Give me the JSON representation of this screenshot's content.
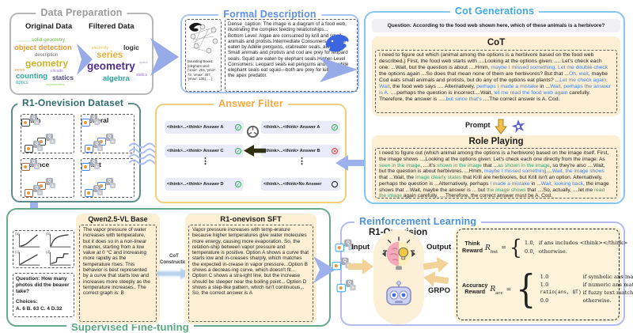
{
  "icons": {
    "q_label": "Q",
    "a_label": "A",
    "dots": "⋮"
  },
  "data_preparation": {
    "title": "Data Preparation",
    "original_label": "Original Data",
    "filtered_label": "Filtered Data",
    "original_words": [
      {
        "text": "classification",
        "color": "#cfe9b8",
        "size": 4
      },
      {
        "text": "solid geometry",
        "color": "#6cbf4a",
        "size": 6.5
      },
      {
        "text": "object detection",
        "color": "#e09a3a",
        "size": 9.5
      },
      {
        "text": "description",
        "color": "#666666",
        "size": 6
      },
      {
        "text": "geometry",
        "color": "#c9b42e",
        "size": 12
      },
      {
        "text": "circuits",
        "color": "#9a6fd0",
        "size": 5
      },
      {
        "text": "series",
        "color": "#e0a23c",
        "size": 5
      },
      {
        "text": "counting",
        "color": "#2fa8a0",
        "size": 9.5
      },
      {
        "text": "statics",
        "color": "#4a3f7f",
        "size": 8.5
      },
      {
        "text": "optics",
        "color": "#2fa8a0",
        "size": 6
      },
      {
        "text": "segmentation",
        "color": "#9ad06a",
        "size": 4
      }
    ],
    "filtered_words": [
      {
        "text": "electricity",
        "color": "#e3c63e",
        "size": 5
      },
      {
        "text": "logic",
        "color": "#2e2e2e",
        "size": 8.5
      },
      {
        "text": "series",
        "color": "#e5b13c",
        "size": 11.5
      },
      {
        "text": "optics",
        "color": "#9aa5ae",
        "size": 4
      },
      {
        "text": "geometry",
        "color": "#4f2d8f",
        "size": 13.5
      },
      {
        "text": "statics",
        "color": "#9a6fd0",
        "size": 5
      },
      {
        "text": "algebra",
        "color": "#2fa39a",
        "size": 9.5
      }
    ]
  },
  "formal_description": {
    "title": "Formal Description",
    "bounding_boxes": "Bounding Boxes:\n[elephant seal:\n{'xmin': 204, 'ymin':\n72, 'xmax': 307,\n'ymax': 135}, ... ]",
    "dense_caption": "Dense_caption: The image is a diagram of a food web, illustrating the complex feeding relationships...\nBottom Level: Algae are consumed by krill and small animals and protists.Intermediate Consumers: Krill are eaten by Adélie penguins, crab/eater seals, and cod. Small animals and protists and cod are prey for leopard seals. Squid are eaten by elephant seals.Higher-Level Consumers: Leopard seals eat penguins and cod, while elephant seals eat squid—both are prey for killer whales, the apex predator."
  },
  "cot_generations": {
    "title": "Cot Generations",
    "question": "Question: According to the food web shown here, which of these animals is a herbivore?",
    "cot_title": "CoT",
    "cot_segments": [
      {
        "c": "k",
        "t": "I need to figure out which (animal among the options is a herbivore based on the food web described.) First, the food web starts with ....Looking at the options given: .... Let's check each one: ...Wait, but the question is about ....Hmm, "
      },
      {
        "c": "b",
        "t": "maybe I missed something. Let me double-check"
      },
      {
        "c": "k",
        "t": " the options again ...So does that mean none of them are herbivores? But that ..."
      },
      {
        "c": "b",
        "t": "Oh, wait"
      },
      {
        "c": "k",
        "t": ", maybe Cod eats small animals and protists, but do any of the options eat plants? ..."
      },
      {
        "c": "b",
        "t": "Let me check again. Wait"
      },
      {
        "c": "k",
        "t": ", the food web says .... Alternatively, "
      },
      {
        "c": "b",
        "t": "perhaps I made a mistake"
      },
      {
        "c": "k",
        "t": " in ..."
      },
      {
        "c": "b",
        "t": "Wait, perhaps the answer is A."
      },
      {
        "c": "k",
        "t": " ....perhaps the question is incorrect....Wait, "
      },
      {
        "c": "b",
        "t": "let me read the food web again"
      },
      {
        "c": "k",
        "t": " carefully. Therefore, the answer is ....."
      },
      {
        "c": "b",
        "t": "but since that's"
      },
      {
        "c": "k",
        "t": " ....The correct answer is A. Cod."
      }
    ],
    "prompt_label": "Prompt",
    "role_title": "Role Playing",
    "role_segments": [
      {
        "c": "k",
        "t": "I need to figure out (which animal among the options is a herbivore) based on the image itself. First, the image shows ....Looking at the options given: Let's check each one directly from the image: As "
      },
      {
        "c": "g",
        "t": "seen in the image"
      },
      {
        "c": "k",
        "t": ", ....It's "
      },
      {
        "c": "g",
        "t": "shown in the image"
      },
      {
        "c": "k",
        "t": " that ..."
      },
      {
        "c": "g",
        "t": "as shown in the image"
      },
      {
        "c": "k",
        "t": ", so they're also ....Wait, but the question is about herbivores. ...Hmm, "
      },
      {
        "c": "b",
        "t": "maybe I missed something"
      },
      {
        "c": "k",
        "t": "...."
      },
      {
        "c": "b",
        "t": "Wait, the image shows"
      },
      {
        "c": "k",
        "t": " that ...Wait, the "
      },
      {
        "c": "g",
        "t": "image clearly states"
      },
      {
        "c": "k",
        "t": " that Krill are herbivores, but Krill isn't an option. Alternatively, perhaps the question is ...Alternatively, perhaps "
      },
      {
        "c": "b",
        "t": "I made a mistake"
      },
      {
        "c": "k",
        "t": " in ..."
      },
      {
        "c": "b",
        "t": "Wait, looking back"
      },
      {
        "c": "k",
        "t": ", the image shows that ...Wait, maybe the answer is ... but "
      },
      {
        "c": "g",
        "t": "the image shows"
      },
      {
        "c": "k",
        "t": " that ....So, actually, ....let me "
      },
      {
        "c": "g",
        "t": "read the image"
      },
      {
        "c": "k",
        "t": " again carefully. ....Therefore, the correct answer must be A. Cod."
      }
    ]
  },
  "dataset": {
    "title": "R1-Onevision Dataset",
    "categories": [
      "math",
      "general",
      "science",
      "chart"
    ]
  },
  "answer_filter": {
    "title": "Answer Filter",
    "left_items": [
      {
        "text": "<think>...<think> Answer A",
        "status": "check"
      },
      {
        "text": "<think>...<think> Answer C",
        "status": "check"
      },
      {
        "text": "<think>...<think> Answer D",
        "status": "check"
      }
    ],
    "right_items": [
      {
        "text": "<think>...<think> Answer A",
        "status": "check"
      },
      {
        "text": "<think>...<think> Answer B",
        "status": "cross"
      },
      {
        "text": "<think>...<think>No Answer",
        "status": "none"
      }
    ]
  },
  "sft": {
    "title": "Supervised Fine-tuning",
    "graph_labels": [
      "(a)",
      "(b)",
      "(c)",
      "(d)"
    ],
    "question": "Question: How many photos did the beaver take?",
    "choices_label": "Choices:",
    "choices": "A. 6 B. 63 C. 4 D.32",
    "qwen_title": "Qwen2.5-VL Base",
    "qwen_text": "The vapor pressure of water increases with temperature, but it does so in a non-linear manner, starting from a low value at 0 °C and increasing more rapidly as the temperature rises. This behavior is best represented by a curve that starts low and increases more steeply as the temperature increases.. The correct graph is: B",
    "cot_construction": "CoT\nConstruction",
    "sft_card_title": "R1-onevison SFT",
    "sft_text": "Vapor pressure increases with temp-erature because higher temperatures give water molecules more energy, causing more evaporation. So, the relation-ship between vapor pressure and temperature is positive. Option A shows a curve that starts low and in-creases sharply, which matches the expected in-crease in vapor pressure...Option B shows a decreas-ing curve, which doesn't fit... Option C shows a stra-ight line, but the increase should be steeper near the boiling point... Option D shows a step-like pattern, which isn't continuous,,. So, the correct answer is A"
  },
  "rl": {
    "title": "Reinforcement Learning",
    "model_label": "R1-Onevision",
    "input_label": "Input",
    "output_label": "Output",
    "grpo_label": "GRPO",
    "equals": "=",
    "think": {
      "label1": "Think",
      "label2": "Reward",
      "var": "R",
      "sub": "fmt",
      "rows": [
        [
          "1.0,",
          "if ans includes <think></think>"
        ],
        [
          "0.0,",
          "otherwise."
        ]
      ]
    },
    "accuracy": {
      "label1": "Accuracy",
      "label2": "Reward",
      "var": "R",
      "sub": "acc",
      "rows": [
        [
          "1.0",
          "if symbolic ans match"
        ],
        [
          "1.0",
          "if numeric ans match"
        ],
        [
          "ratio(ans, GT)",
          "if fuzzy text match"
        ],
        [
          "0.0",
          "otherwise."
        ]
      ]
    }
  },
  "colors": {
    "accent_blue": "#3d7fe8",
    "accent_green": "#2f9e6e",
    "arrow_blue": "#9db1ec",
    "arrow_yellow": "#f2d299",
    "card_tan": "#fcefd4",
    "pill_lavender": "#e9ecf8"
  }
}
